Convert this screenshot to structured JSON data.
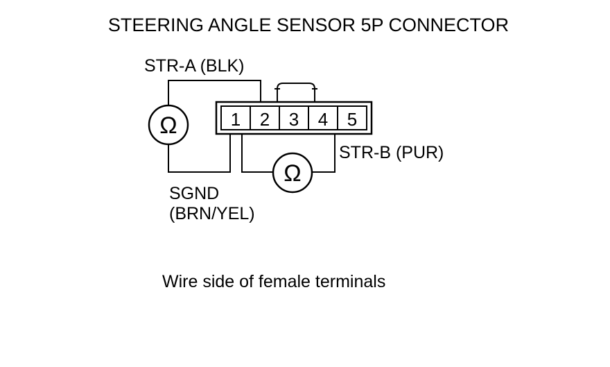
{
  "diagram": {
    "title": "STEERING ANGLE SENSOR 5P CONNECTOR",
    "labels": {
      "str_a": "STR-A (BLK)",
      "str_b": "STR-B (PUR)",
      "sgnd_line1": "SGND",
      "sgnd_line2": "(BRN/YEL)"
    },
    "connector": {
      "pins": [
        "1",
        "2",
        "3",
        "4",
        "5"
      ]
    },
    "meter_symbol": "Ω",
    "caption": "Wire side of female terminals",
    "icons": {
      "ohmmeter": "ohmmeter-icon"
    }
  }
}
